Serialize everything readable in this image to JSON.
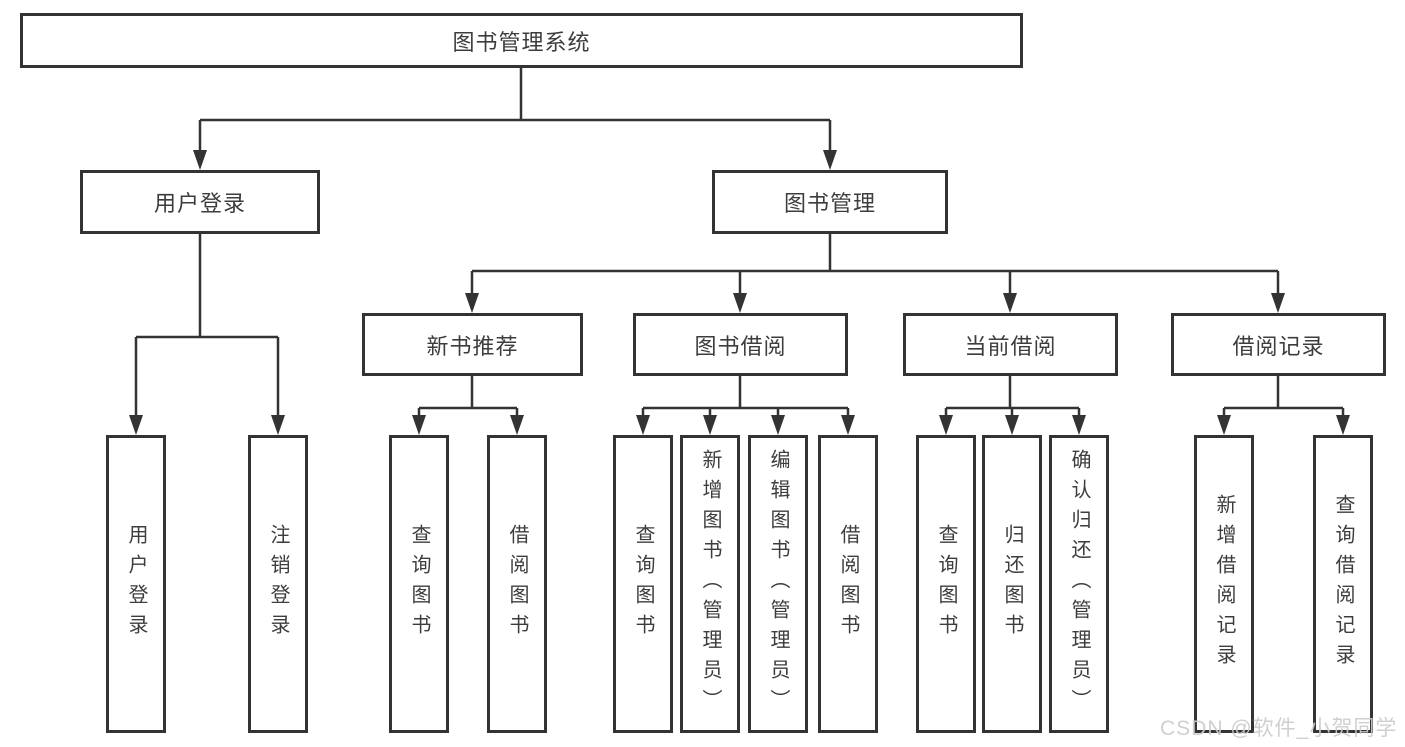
{
  "tree": {
    "root": {
      "label": "图书管理系统",
      "children": [
        {
          "label": "用户登录",
          "children": [
            {
              "label": "用户登录"
            },
            {
              "label": "注销登录"
            }
          ]
        },
        {
          "label": "图书管理",
          "children": [
            {
              "label": "新书推荐",
              "children": [
                {
                  "label": "查询图书"
                },
                {
                  "label": "借阅图书"
                }
              ]
            },
            {
              "label": "图书借阅",
              "children": [
                {
                  "label": "查询图书"
                },
                {
                  "label": "新增图书（管理员）"
                },
                {
                  "label": "编辑图书（管理员）"
                },
                {
                  "label": "借阅图书"
                }
              ]
            },
            {
              "label": "当前借阅",
              "children": [
                {
                  "label": "查询图书"
                },
                {
                  "label": "归还图书"
                },
                {
                  "label": "确认归还（管理员）"
                }
              ]
            },
            {
              "label": "借阅记录",
              "children": [
                {
                  "label": "新增借阅记录"
                },
                {
                  "label": "查询借阅记录"
                }
              ]
            }
          ]
        }
      ]
    }
  },
  "watermark": "CSDN @软件_小贺同学",
  "colors": {
    "line": "#333333",
    "border": "#333333",
    "text": "#3d3d3d",
    "background": "#ffffff",
    "watermark": "#cccccc"
  }
}
